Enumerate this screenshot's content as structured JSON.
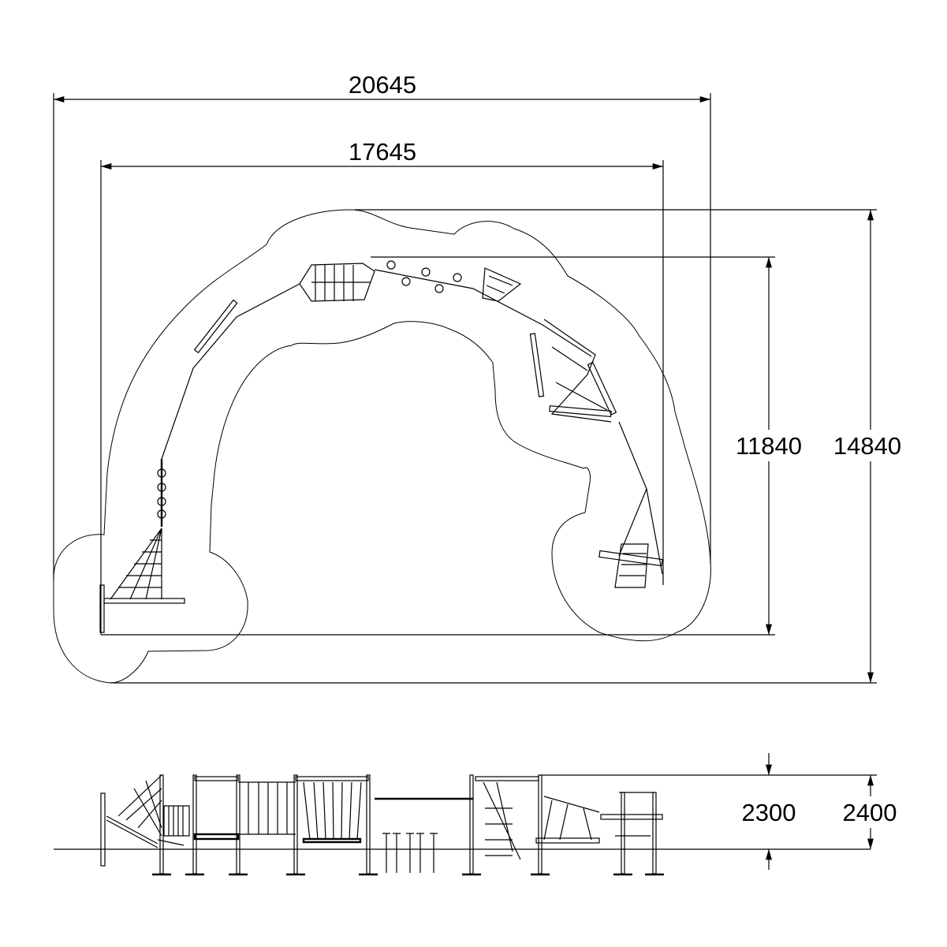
{
  "drawing": {
    "plan_view": {
      "dimensions": {
        "safety_zone_width": "20645",
        "equipment_width": "17645",
        "equipment_depth": "11840",
        "safety_zone_depth": "14840"
      }
    },
    "elevation_view": {
      "dimensions": {
        "equipment_height": "2300",
        "free_height": "2400"
      }
    }
  }
}
